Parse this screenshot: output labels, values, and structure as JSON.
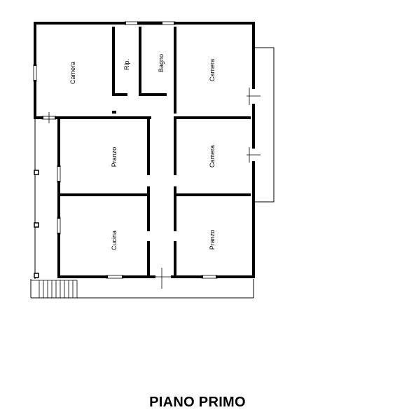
{
  "floor_title": "PIANO PRIMO",
  "rooms": {
    "camera_nw": "Camera",
    "ripostiglio": "Rip.",
    "bagno": "Bagno",
    "camera_ne": "Camera",
    "pranzo_w": "Pranzo",
    "camera_e": "Camera",
    "cucina": "Cucina",
    "pranzo_se": "Pranzo"
  }
}
